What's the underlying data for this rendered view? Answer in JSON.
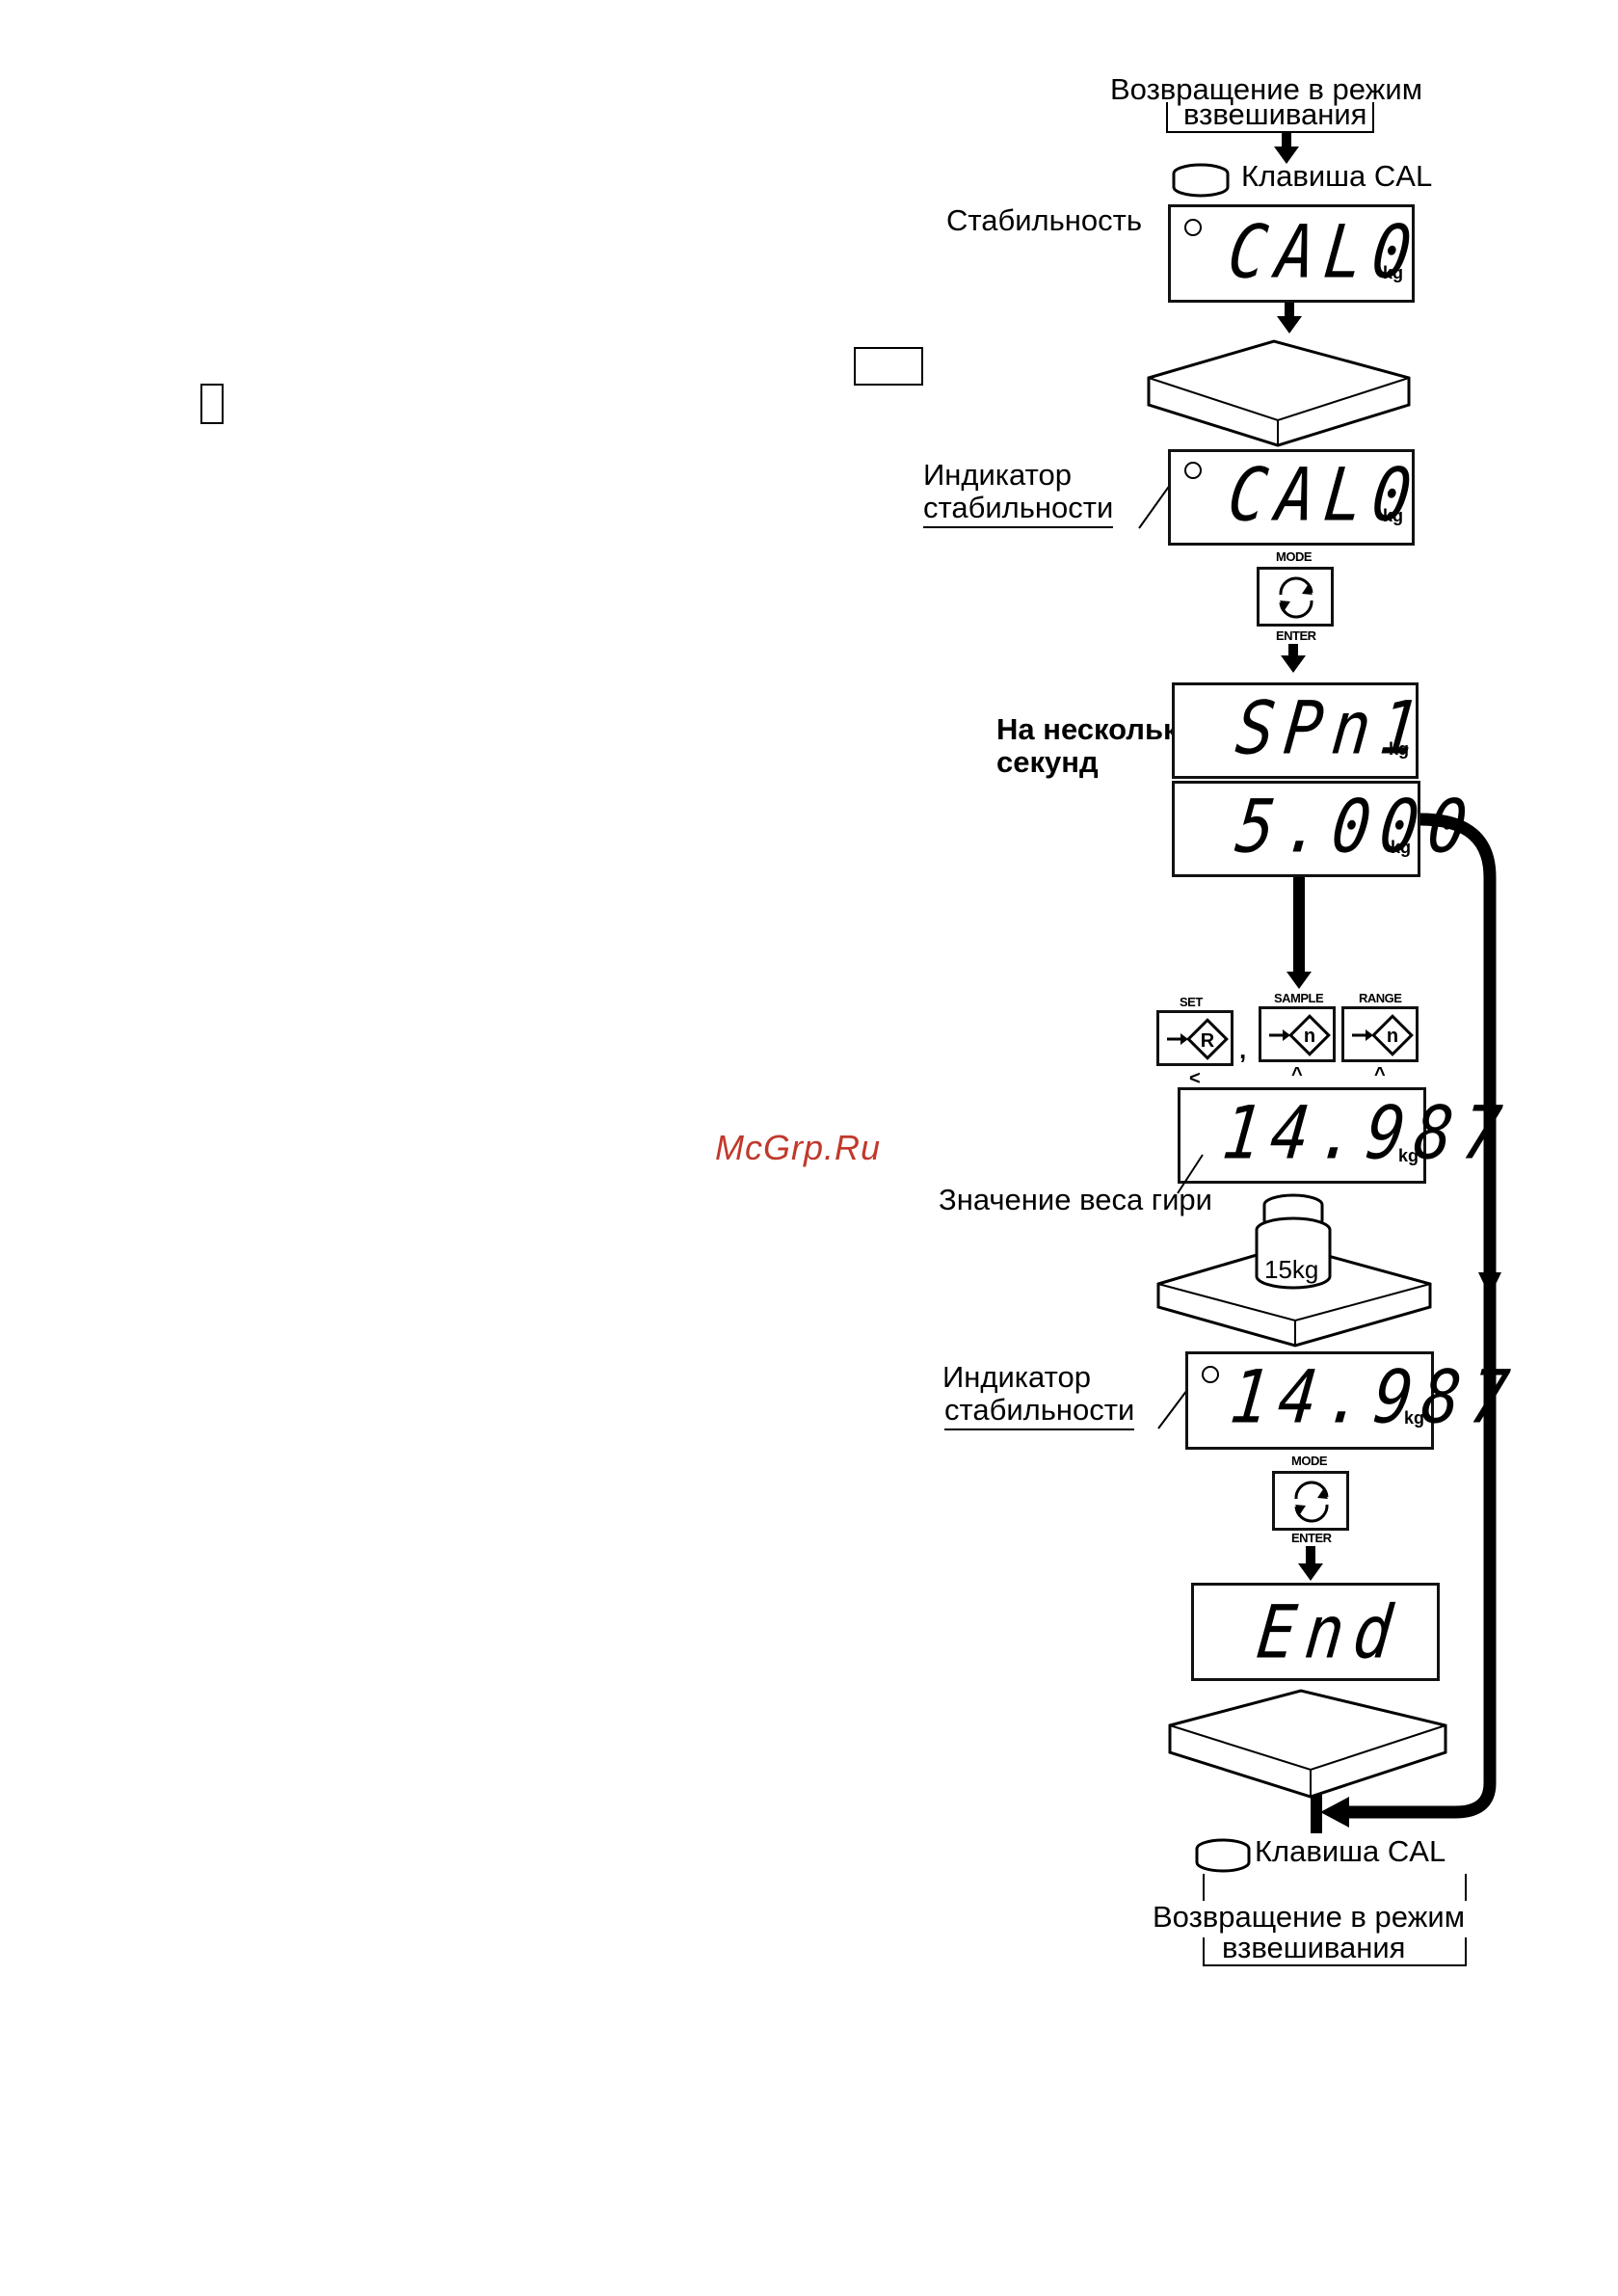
{
  "labels": {
    "return_top": "Возвращение в режим",
    "return_top_2": "взвешивания",
    "cal_key_top": "Клавиша CAL",
    "stability": "Стабильность",
    "indicator_1a": "Индикатор",
    "indicator_1b": "стабильности",
    "few_seconds_a": "На несколько",
    "few_seconds_b": "секунд",
    "weight_value": "Значение веса гири",
    "indicator_2a": "Индикатор",
    "indicator_2b": "стабильности",
    "cal_key_bottom": "Клавиша CAL",
    "return_bottom": "Возвращение в режим",
    "return_bottom_2": "взвешивания"
  },
  "displays": {
    "d1": "CAL0",
    "d2": "CAL0",
    "d3": "SPn1",
    "d4": "5.000",
    "d5": "14.987",
    "d6": "14.987",
    "d7": "End",
    "unit": "kg"
  },
  "keys": {
    "mode_top": "MODE",
    "enter_bottom": "ENTER",
    "set": "SET",
    "sample": "SAMPLE",
    "range": "RANGE",
    "set_glyph": "R",
    "sample_glyph": "n",
    "range_glyph": "n",
    "comma": ",",
    "caret_left": "<",
    "caret_up": "^"
  },
  "weight_label": "15kg",
  "watermark": "McGrp.Ru",
  "icons": [
    "cal-key-icon",
    "weighing-pan-icon",
    "mode-enter-key-icon",
    "set-key-icon",
    "sample-key-icon",
    "range-key-icon",
    "calibration-weight-icon",
    "arrow-down-icon"
  ]
}
